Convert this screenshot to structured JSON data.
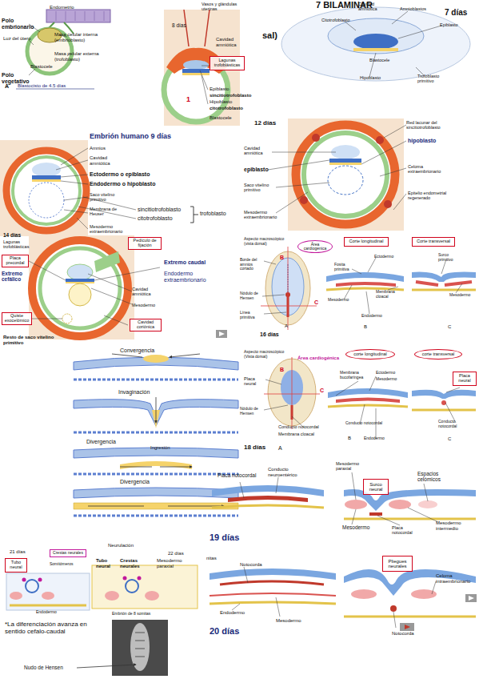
{
  "diagram": {
    "nodes": [
      {
        "text": [
          "Lagunas trofoblásticas"
        ]
      },
      {
        "text": [
          "Placa precordal"
        ]
      },
      {
        "text": [
          "Pedículo de fijación"
        ]
      },
      {
        "text": [
          "Quiste exocelómico"
        ]
      },
      {
        "text": [
          "Cavidad coriónica"
        ]
      },
      {
        "text": [
          "Corte longitudinal"
        ]
      },
      {
        "text": [
          "Corte transversal"
        ]
      },
      {
        "text": [
          "Área cardiogénica"
        ]
      },
      {
        "text": [
          "corte longitudinal"
        ]
      },
      {
        "text": [
          "corte transversal"
        ]
      },
      {
        "text": [
          "Placa neural"
        ]
      },
      {
        "text": [
          "Surco neural"
        ]
      },
      {
        "text": [
          "Tubo neural"
        ]
      },
      {
        "text": [
          "Crestas neurales"
        ]
      },
      {
        "text": [
          "Pliegues neurales"
        ]
      }
    ],
    "labels": [
      "Endometrio",
      "Polo embrionario",
      "Luz del útero",
      "Masa celular interna (embrioblasto)",
      "Masa celular externa (trofoblasto)",
      "Polo vegetativo",
      "Blastocele",
      "A",
      "Blastocisto de 4.5 días",
      "Vasos y glándulas uterinas",
      "8 días",
      "Cavidad amniótica",
      "Epiblasto",
      "sincitiotrofoblasto",
      "Hipoblasto",
      "citotrofoblasto",
      "Blastocele",
      "1",
      "7 BILAMINAR",
      "7 días",
      "Cavidad amniótica",
      "Amnioblastos",
      "Citotrofoblasto",
      "Epiblasto",
      "Blastocele",
      "Hipoblasto",
      "Trofoblasto primitivo",
      "sal)",
      "Embrión humano 9 días",
      "Amnios",
      "Cavidad amniótica",
      "Ectodermo o epiblasto",
      "Endodermo o hipoblasto",
      "Saco vitelino primitivo",
      "sincitiotrofoblasto",
      "citotrofoblasto",
      "trofoblasto",
      "Membrana de Heuser",
      "Mesodermo extraembrionario",
      "12 días",
      "Red lacunar del sincitiotrofoblasto",
      "hipoblasto",
      "Cavidad amniótica",
      "epiblasto",
      "Saco vitelino primitivo",
      "Celoma extraembrionario",
      "Epitelio endometrial regenerado",
      "Mesodermo extraembrionario",
      "14 días",
      "Lagunas trofoblásticas",
      "Extremo cefálico",
      "Cavidad amniótica",
      "Mesodermo",
      "Extremo caudal",
      "Endodermo extraembrionario",
      "Resto de saco vitelino primitivo",
      "Aspecto macroscópico (vista dorsal)",
      "Borde del amnios cortado",
      "Nódulo de Hensen",
      "Línea primitiva",
      "16 días",
      "A",
      "B",
      "C",
      "Ectodermo",
      "Fosita primitiva",
      "Mesodermo",
      "Endodermo",
      "Membrana cloacal",
      "Surco primitivo",
      "Mesodermo",
      "B",
      "C",
      "Convergencia",
      "Invaginación",
      "Divergencia",
      "Ingresión",
      "Divergencia",
      "Aspecto macroscópico (Vista dorsal)",
      "Área cardiogénica",
      "B",
      "Placa neural",
      "Nódulo de Hensen",
      "Conducto notocordal",
      "Membrana cloacal",
      "18 días",
      "A",
      "C",
      "Ectodermo",
      "Mesodermo",
      "Membrana bucofaríngea",
      "Conducto notocordal",
      "Endodermo",
      "B",
      "Conducto notocordal",
      "C",
      "Placa notocordal",
      "Conducto neuroentérico",
      "19 días",
      "Mesodermo paraxial",
      "Espacios celómicos",
      "Mesodermo",
      "Placa notocordal",
      "Mesodermo intermedio",
      "21 días",
      "Somitómeros",
      "Endodermo",
      "Neurulación",
      "22 días",
      "Tubo neural",
      "Crestas neurales",
      "Mesodermo paraxial",
      "Embrión de 8 somitas",
      "*La diferenciación avanza en sentido cefalo-caudal",
      "Nudo de Hensen",
      "nitas",
      "Notocorda",
      "Endodermo",
      "Mesodermo",
      "20 días",
      "Celoma intraembrionario",
      "Notocorda"
    ]
  }
}
